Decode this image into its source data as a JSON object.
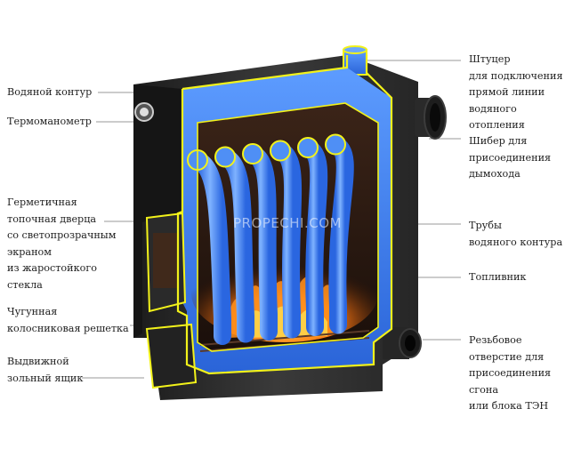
{
  "labels_left": [
    {
      "id": "water-circuit",
      "text": "Водяной контур"
    },
    {
      "id": "thermomanometer",
      "text": "Термоманометр"
    },
    {
      "id": "firebox-door",
      "text": "Герметичная\nтопочная дверца\nсо светопрозрачным\nэкраном\nиз жаростойкого\nстекла"
    },
    {
      "id": "cast-iron-grate",
      "text": "Чугунная\nколосниковая решетка"
    },
    {
      "id": "ash-drawer",
      "text": "Выдвижной\nзольный ящик"
    }
  ],
  "labels_right": [
    {
      "id": "outlet-fitting",
      "text": "Штуцер\nдля подключения\nпрямой линии\nводяного\nотопления"
    },
    {
      "id": "damper",
      "text": "Шибер для\nприсоединения\nдымохода"
    },
    {
      "id": "water-pipes",
      "text": "Трубы\nводяного контура"
    },
    {
      "id": "fuel-chamber",
      "text": "Топливник"
    },
    {
      "id": "threaded-hole",
      "text": "Резьбовое\nотверстие для\nприсоединения\nсгона\nили блока ТЭН"
    }
  ],
  "watermark": "PROPECHI.COM",
  "colors": {
    "highlight": "#f2f21a",
    "water": "#3d7ff0",
    "steel": "#2e2e2e",
    "leader": "#9a9a9a"
  },
  "pipe_count": 6
}
